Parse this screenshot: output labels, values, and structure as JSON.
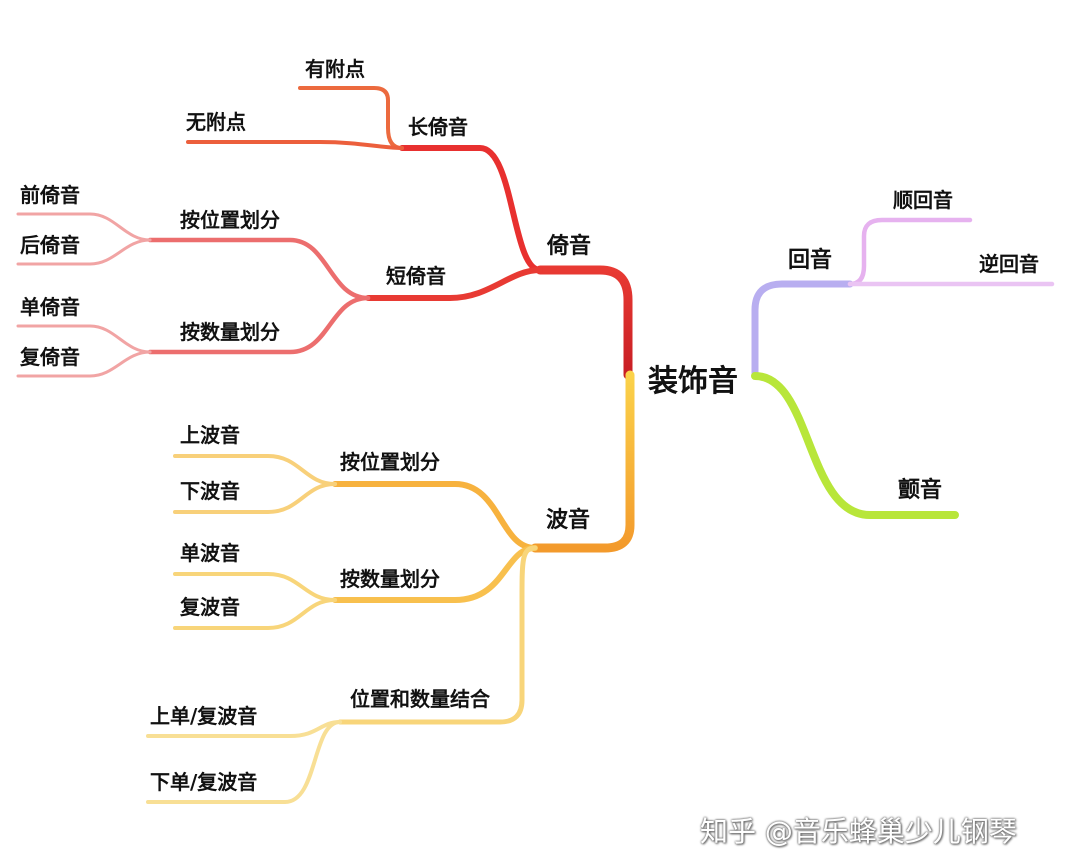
{
  "nodes": {
    "root": "装饰音",
    "yiyin": "倚音",
    "changyiyin": "长倚音",
    "youfudian": "有附点",
    "wufudian": "无附点",
    "duanyiyin": "短倚音",
    "duan_weizhi": "按位置划分",
    "qianyiyin": "前倚音",
    "houyiyin": "后倚音",
    "duan_shuliang": "按数量划分",
    "danyiyin": "单倚音",
    "fuyiyin": "复倚音",
    "boyin": "波音",
    "bo_weizhi": "按位置划分",
    "shangboyin": "上波音",
    "xiaboyin": "下波音",
    "bo_shuliang": "按数量划分",
    "danboyin": "单波音",
    "fuboyin": "复波音",
    "bo_jiehe": "位置和数量结合",
    "shangdanfu": "上单/复波音",
    "xiadanfu": "下单/复波音",
    "huiyin": "回音",
    "shunhuiyin": "顺回音",
    "nihuiyin": "逆回音",
    "chanyin": "颤音"
  },
  "watermark": "知乎 @音乐蜂巢少儿钢琴",
  "colors": {
    "dark_red": "#d42426",
    "red": "#e83a33",
    "orange_red": "#ec5f3c",
    "salmon": "#ec6e6e",
    "pink": "#f1a4a4",
    "orange": "#f7a93a",
    "yellow": "#f8cc6a",
    "light_yellow": "#f8df95",
    "lavender": "#b8aef0",
    "light_purple": "#e6b2ef",
    "lime": "#b8e63a"
  }
}
